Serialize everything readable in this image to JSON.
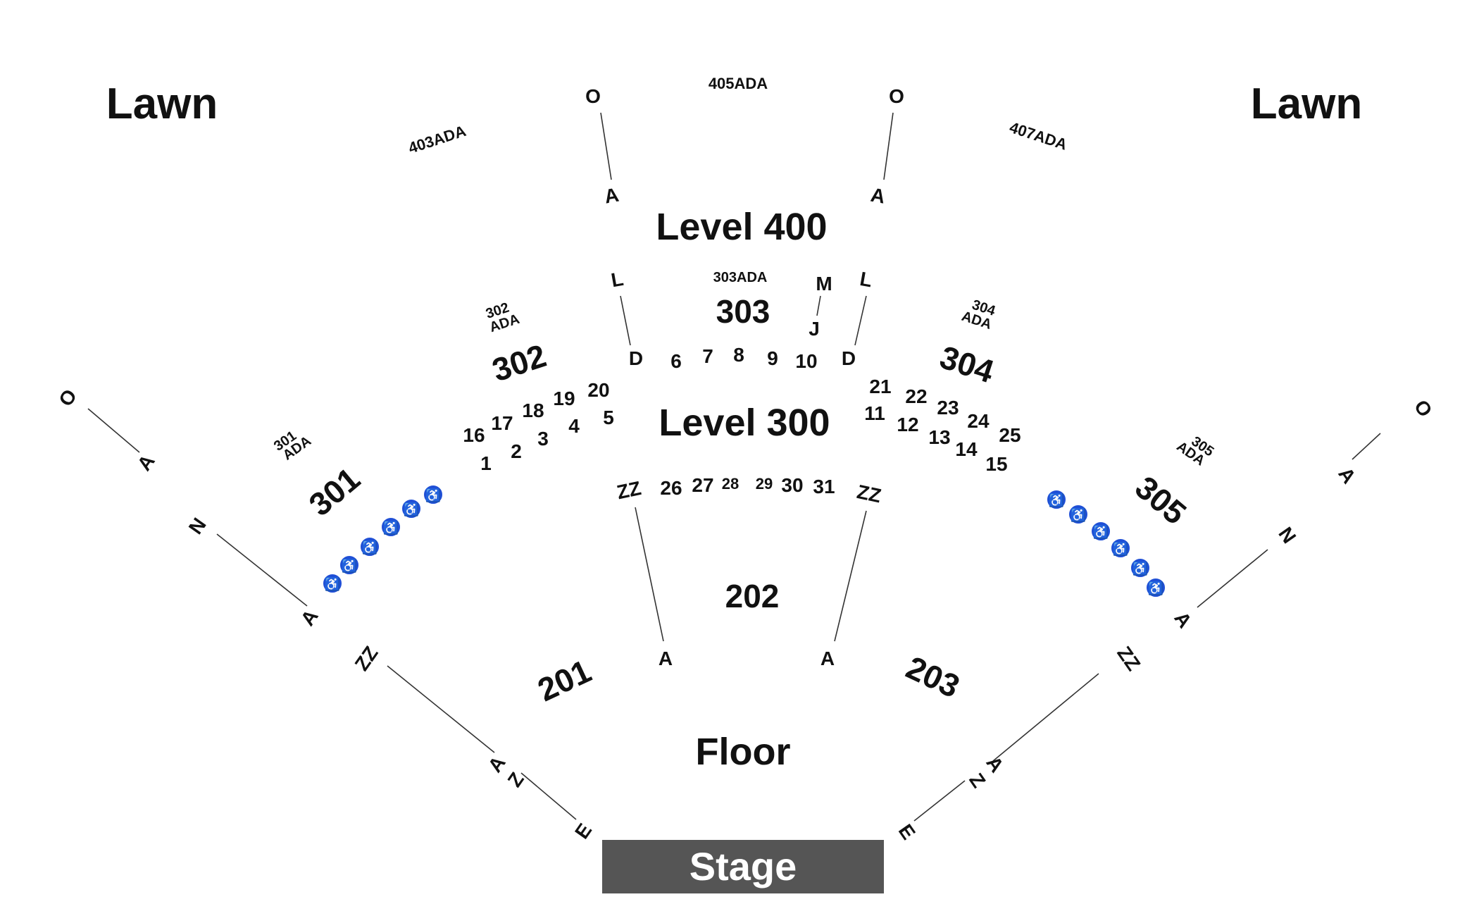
{
  "lawn": {
    "left": "Lawn",
    "right": "Lawn"
  },
  "levels": {
    "l400": "Level 400",
    "l300": "Level 300"
  },
  "floor": "Floor",
  "stage": "Stage",
  "ada": {
    "a403": "403ADA",
    "a405": "405ADA",
    "a407": "407ADA",
    "a303": "303ADA",
    "a302_num": "302",
    "a302_txt": "ADA",
    "a304_num": "304",
    "a304_txt": "ADA",
    "a301_num": "301",
    "a301_txt": "ADA",
    "a305_num": "305",
    "a305_txt": "ADA"
  },
  "sections": {
    "s201": "201",
    "s202": "202",
    "s203": "203",
    "s301": "301",
    "s302": "302",
    "s303": "303",
    "s304": "304",
    "s305": "305"
  },
  "rows": {
    "O": "O",
    "A": "A",
    "L": "L",
    "D": "D",
    "M": "M",
    "J": "J",
    "N": "N",
    "ZZ": "ZZ",
    "Z": "Z",
    "E": "E"
  },
  "seats": [
    "1",
    "2",
    "3",
    "4",
    "5",
    "6",
    "7",
    "8",
    "9",
    "10",
    "11",
    "12",
    "13",
    "14",
    "15",
    "16",
    "17",
    "18",
    "19",
    "20",
    "21",
    "22",
    "23",
    "24",
    "25",
    "26",
    "27",
    "28",
    "29",
    "30",
    "31"
  ],
  "icons": {
    "wheelchair": "wheelchair-icon"
  },
  "colors": {
    "stage": "#555555",
    "wheelchair": "#1f4fd6",
    "text": "#111111"
  }
}
